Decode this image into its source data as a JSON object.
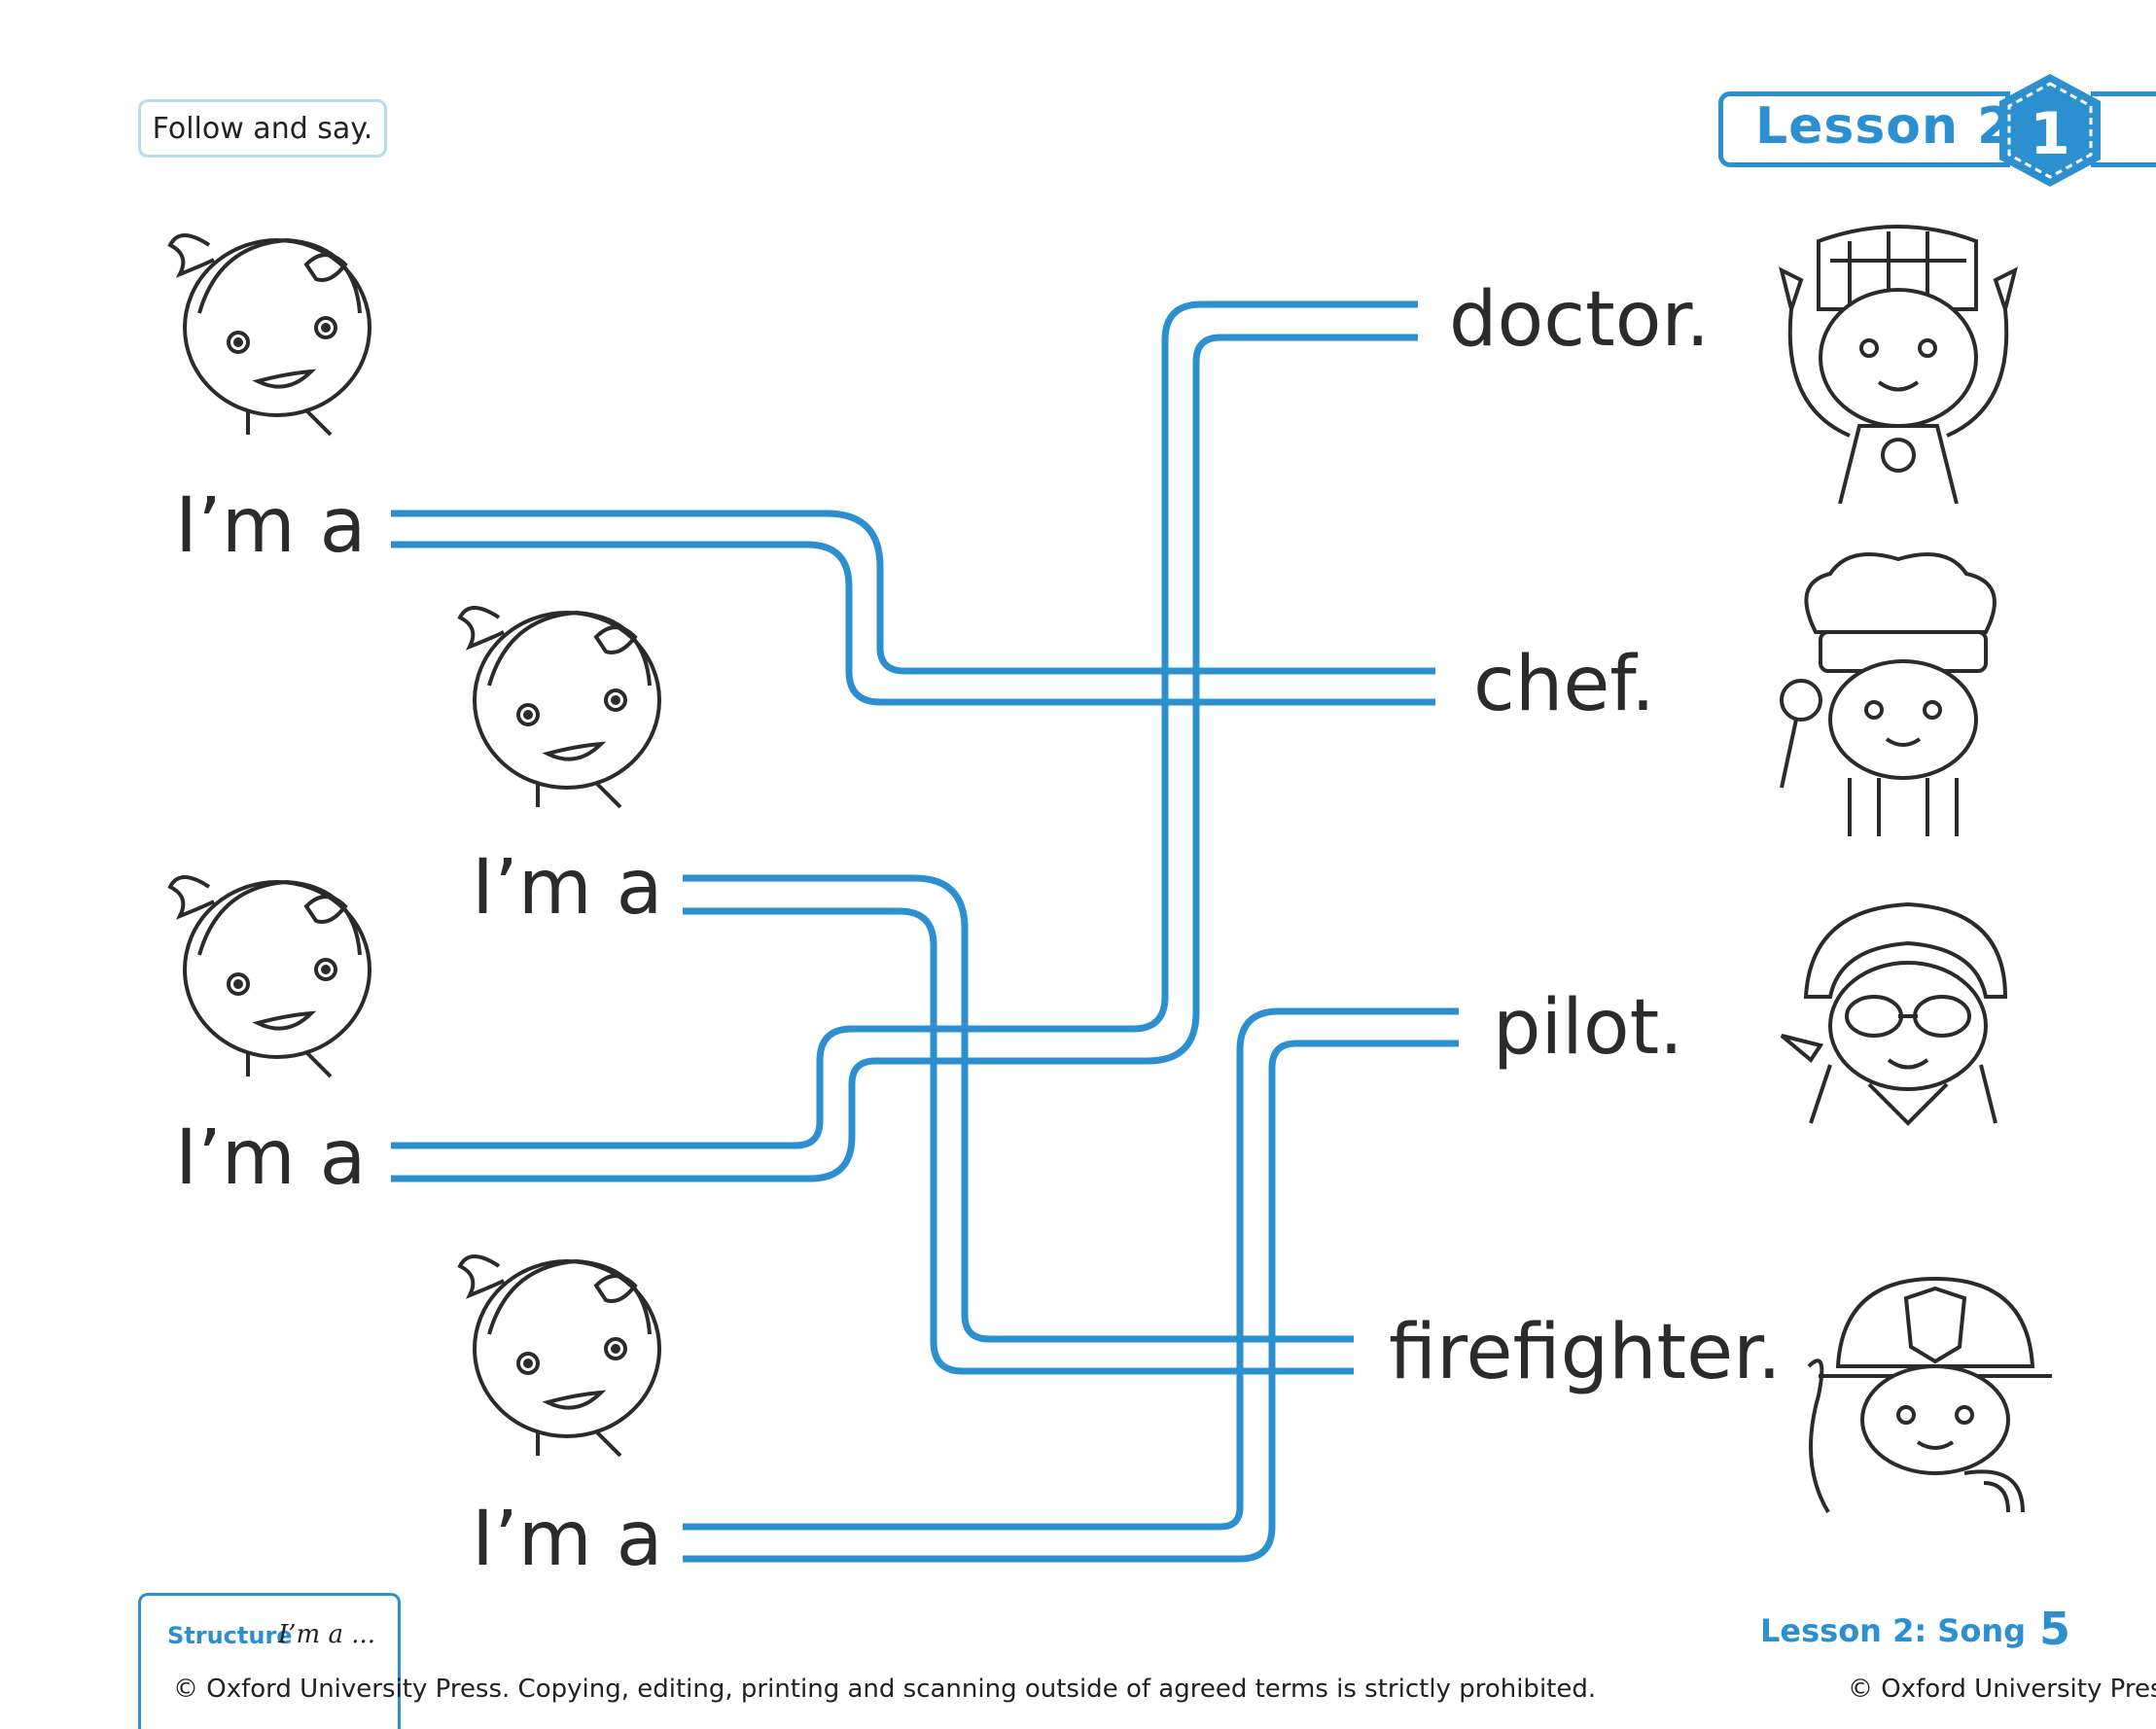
{
  "instruction": "Follow and say.",
  "header": {
    "lesson_label": "Lesson 2",
    "unit_number": "1"
  },
  "phrases": [
    "I’m a",
    "I’m a",
    "I’m a",
    "I’m a"
  ],
  "jobs": [
    "doctor.",
    "chef.",
    "pilot.",
    "firefighter."
  ],
  "footer": {
    "structure_label": "Structure",
    "structure_text": "I’m a ...",
    "lesson_title": "Lesson 2: Song",
    "page_number": "5",
    "copyright": "© Oxford University Press. Copying, editing, printing and scanning outside of agreed terms is strictly prohibited.",
    "copyright_right": "© Oxford University Press"
  },
  "colors": {
    "accent": "#2b8fd0",
    "instruction_border": "#b7dcf0",
    "ink": "#2b2b2b"
  },
  "icons": [
    "girl-face-icon",
    "doctor-icon",
    "chef-icon",
    "pilot-icon",
    "firefighter-icon",
    "unit-hexagon-icon"
  ]
}
